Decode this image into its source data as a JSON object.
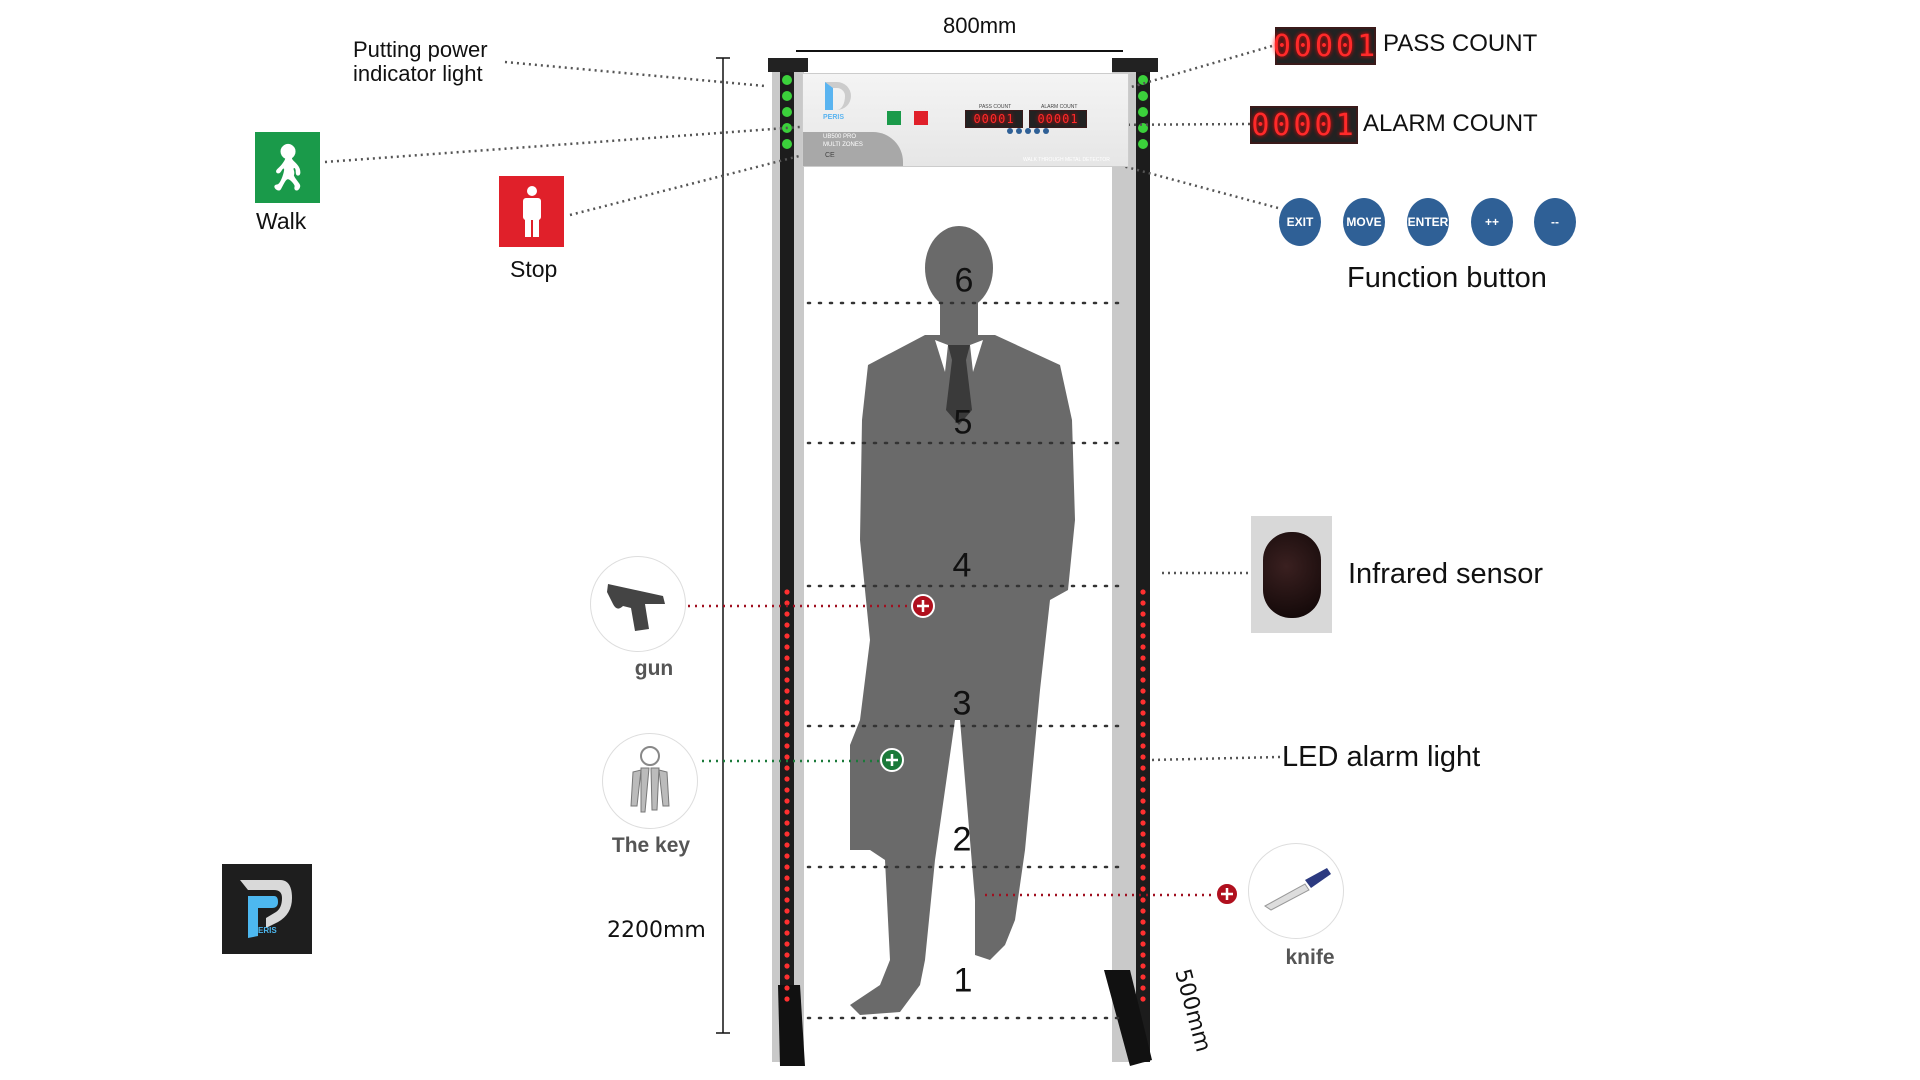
{
  "dimensions": {
    "width_label": "800mm",
    "height_label": "2200mm",
    "depth_label": "500mm"
  },
  "labels": {
    "power_indicator": "Putting power indicator light",
    "walk": "Walk",
    "stop": "Stop",
    "pass_count": "PASS COUNT",
    "alarm_count": "ALARM COUNT",
    "function_button": "Function button",
    "infrared_sensor": "Infrared sensor",
    "led_alarm_light": "LED alarm light"
  },
  "counters": {
    "pass_value": "00001",
    "alarm_value": "00001"
  },
  "function_buttons": [
    "EXIT",
    "MOVE",
    "ENTER",
    "++",
    "--"
  ],
  "zones": [
    "6",
    "5",
    "4",
    "3",
    "2",
    "1"
  ],
  "objects": {
    "gun": "gun",
    "key": "The key",
    "knife": "knife"
  },
  "panel": {
    "brand": "PERIS",
    "model": "UB500 PRO",
    "subtitle": "MULTI ZONES",
    "product": "WALK THROUGH METAL DETECTOR",
    "pass_small": "PASS COUNT",
    "alarm_small": "ALARM COUNT",
    "ce": "CE"
  },
  "logo": {
    "text": "ERIS"
  },
  "colors": {
    "walk_green": "#1a9a4a",
    "stop_red": "#e0202a",
    "button_blue": "#2f6096",
    "alarm_red": "#b0101e",
    "safe_green": "#1b7a3a",
    "silhouette": "#6a6a6a"
  }
}
